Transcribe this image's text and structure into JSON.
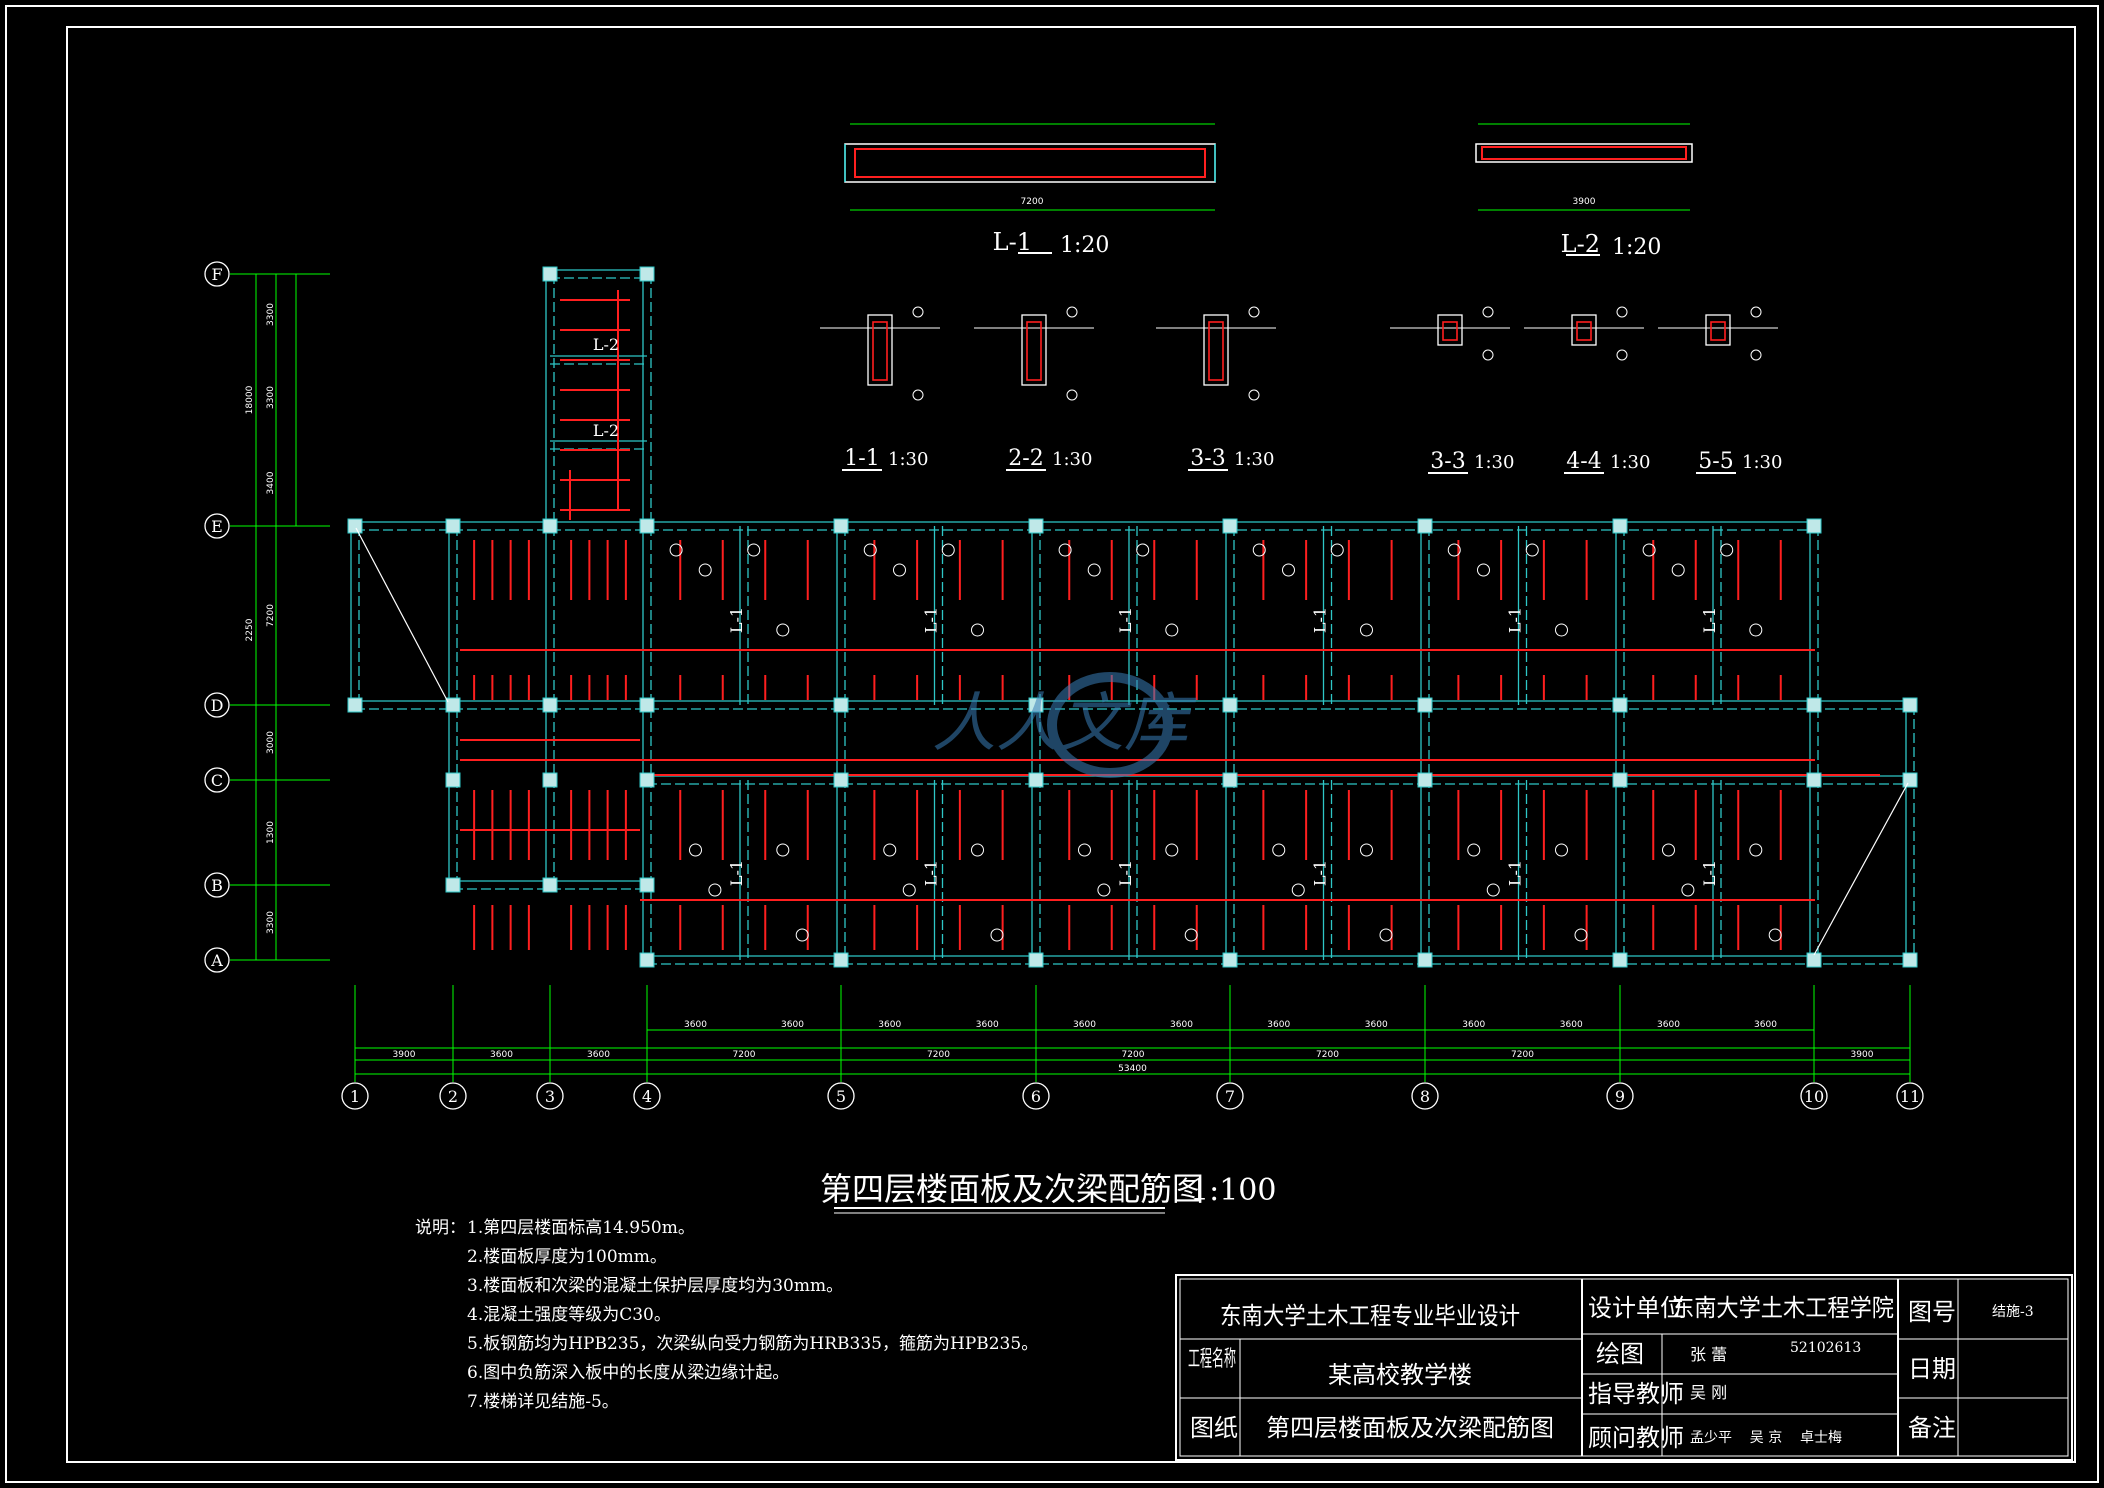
{
  "drawing": {
    "title": "第四层楼面板及次梁配筋图",
    "scale": "1:100",
    "watermark": "人人文库",
    "axes_letters": [
      "A",
      "B",
      "C",
      "D",
      "E",
      "F"
    ],
    "axes_numbers": [
      "1",
      "2",
      "3",
      "4",
      "5",
      "6",
      "7",
      "8",
      "9",
      "10",
      "11"
    ],
    "bottom_dims_row1": [
      "3900",
      "3600",
      "3600",
      "3600",
      "3600",
      "3600",
      "3600",
      "3600",
      "3600",
      "3600",
      "3600",
      "3600",
      "3600",
      "3900"
    ],
    "bottom_dims_row2": [
      "3900",
      "3600",
      "3600",
      "7200",
      "7200",
      "7200",
      "7200",
      "7200",
      "3900"
    ],
    "bottom_total": "53400",
    "left_dims_outer": [
      "18000",
      "2250"
    ],
    "left_dims_inner": [
      "3300",
      "3300",
      "3400",
      "7200",
      "3000",
      "1300",
      "3300"
    ],
    "beam_labels": [
      "L-1",
      "L-2"
    ]
  },
  "details": {
    "beams": [
      {
        "label": "L-1",
        "scale": "1:20",
        "span": "7200"
      },
      {
        "label": "L-2",
        "scale": "1:20",
        "span": "3900"
      }
    ],
    "sections": [
      {
        "label": "1-1",
        "scale": "1:30"
      },
      {
        "label": "2-2",
        "scale": "1:30"
      },
      {
        "label": "3-3",
        "scale": "1:30"
      },
      {
        "label": "3-3",
        "scale": "1:30"
      },
      {
        "label": "4-4",
        "scale": "1:30"
      },
      {
        "label": "5-5",
        "scale": "1:30"
      }
    ]
  },
  "notes": {
    "heading": "说明：",
    "items": [
      "1.第四层楼面标高14.950m。",
      "2.楼面板厚度为100mm。",
      "3.楼面板和次梁的混凝土保护层厚度均为30mm。",
      "4.混凝土强度等级为C30。",
      "5.板钢筋均为HPB235，次梁纵向受力钢筋为HRB335，箍筋为HPB235。",
      "6.图中负筋深入板中的长度从梁边缘计起。",
      "7.楼梯详见结施-5。"
    ]
  },
  "title_block": {
    "school": "东南大学土木工程专业毕业设计",
    "project_label": "工程名称",
    "project": "某高校教学楼",
    "drawing_label": "图纸",
    "drawing_name": "第四层楼面板及次梁配筋图",
    "design_unit_label": "设计单位",
    "design_unit": "东南大学土木工程学院",
    "drafter_label": "绘图",
    "drafter": "张 蕾",
    "student_id": "52102613",
    "advisor_label": "指导教师",
    "advisor": "吴 刚",
    "consultant_label": "顾问教师",
    "consultants": "孟少平    吴 京    卓士梅",
    "sheet_no_label": "图号",
    "sheet_no": "结施-3",
    "date_label": "日期",
    "date": "",
    "remark_label": "备注",
    "remark": ""
  }
}
